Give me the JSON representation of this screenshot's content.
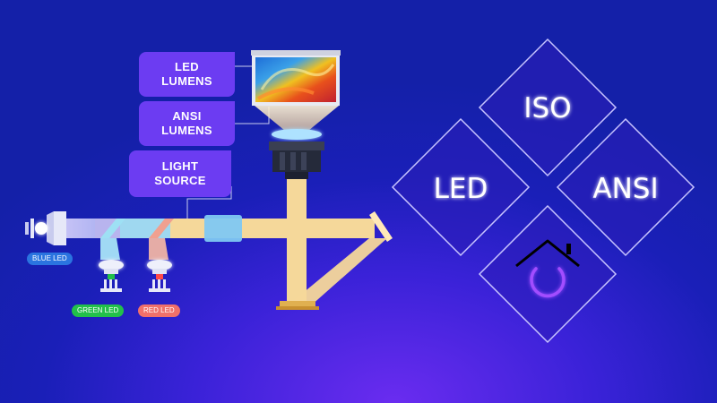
{
  "labels": {
    "led_lumens": "LED\nLUMENS",
    "ansi_lumens": "ANSI\nLUMENS",
    "light_source": "LIGHT\nSOURCE"
  },
  "led_tags": {
    "blue": "BLUE LED",
    "green": "GREEN LED",
    "red": "RED LED"
  },
  "diamonds": {
    "top": "ISO",
    "left": "LED",
    "right": "ANSI",
    "bottom_icon": "power-home-icon"
  },
  "colors": {
    "background_dark": "#1420a8",
    "background_glow": "#6a2cf0",
    "tag_purple": "#6c3cf2",
    "beam": "#f5d89a",
    "blue_led_tag": "#2a74e0",
    "green_led_tag": "#22c04a",
    "red_led_tag": "#f0706a",
    "power_icon": "#9b4dff"
  }
}
